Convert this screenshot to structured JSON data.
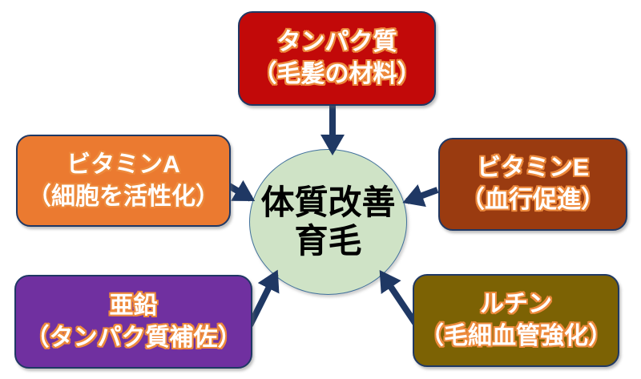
{
  "diagram": {
    "center": {
      "line1": "体質改善",
      "line2": "育毛",
      "fill": "#CFE3C6",
      "border": "#41719C"
    },
    "nodes": [
      {
        "id": "protein",
        "title": "タンパク質",
        "subtitle": "（毛髪の材料）",
        "fill": "#C20909"
      },
      {
        "id": "vitamin-a",
        "title": "ビタミンA",
        "subtitle": "（細胞を活性化）",
        "fill": "#EB7A30"
      },
      {
        "id": "vitamin-e",
        "title": "ビタミンE",
        "subtitle": "（血行促進）",
        "fill": "#9A3B10"
      },
      {
        "id": "zinc",
        "title": "亜鉛",
        "subtitle": "（タンパク質補佐）",
        "fill": "#7030A0"
      },
      {
        "id": "rutin",
        "title": "ルチン",
        "subtitle": "（毛細血管強化）",
        "fill": "#7C6204"
      }
    ],
    "colors": {
      "arrow": "#1F3864",
      "box_border": "#1F3864",
      "text_outline": "#ED8A3C",
      "box_text": "#FFFFFF",
      "center_text": "#000000",
      "background": "#FFFFFF"
    }
  }
}
